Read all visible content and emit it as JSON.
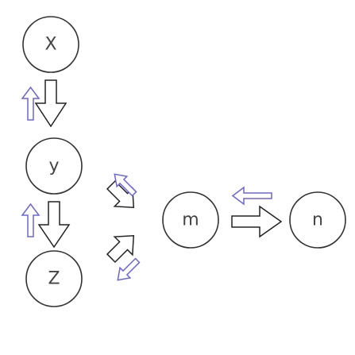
{
  "nodes": [
    {
      "id": "x",
      "label": "X"
    },
    {
      "id": "y",
      "label": "y"
    },
    {
      "id": "z",
      "label": "Z"
    },
    {
      "id": "m",
      "label": "m"
    },
    {
      "id": "n",
      "label": "n"
    }
  ],
  "edges": [
    {
      "from": "x",
      "to": "y",
      "reverse": true
    },
    {
      "from": "y",
      "to": "z",
      "reverse": true
    },
    {
      "from": "y",
      "to": "m",
      "reverse": true
    },
    {
      "from": "z",
      "to": "m",
      "reverse": true
    },
    {
      "from": "m",
      "to": "n",
      "reverse": true
    }
  ],
  "colors": {
    "node_stroke": "#333333",
    "label": "#444444",
    "forward_arrow": "#222222",
    "reverse_arrow": "#6a64d8"
  }
}
